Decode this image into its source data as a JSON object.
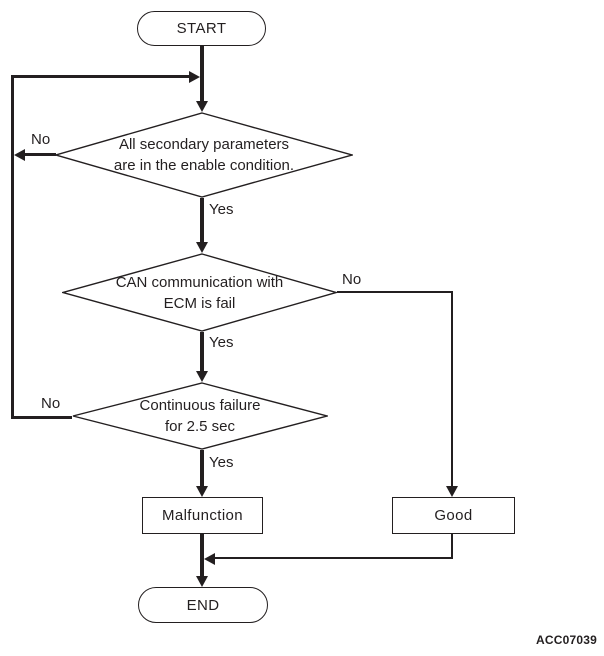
{
  "flowchart": {
    "nodes": {
      "start": {
        "label": "START"
      },
      "decision1": {
        "line1": "All secondary parameters",
        "line2": "are in the enable condition."
      },
      "decision2": {
        "line1": "CAN communication with",
        "line2": "ECM is fail"
      },
      "decision3": {
        "line1": "Continuous failure",
        "line2": "for 2.5 sec"
      },
      "malfunction": {
        "label": "Malfunction"
      },
      "good": {
        "label": "Good"
      },
      "end": {
        "label": "END"
      }
    },
    "edge_labels": {
      "d1_no": "No",
      "d1_yes": "Yes",
      "d2_no": "No",
      "d2_yes": "Yes",
      "d3_no": "No",
      "d3_yes": "Yes"
    },
    "figure_code": "ACC07039",
    "colors": {
      "line": "#231f20",
      "background": "#ffffff"
    }
  }
}
